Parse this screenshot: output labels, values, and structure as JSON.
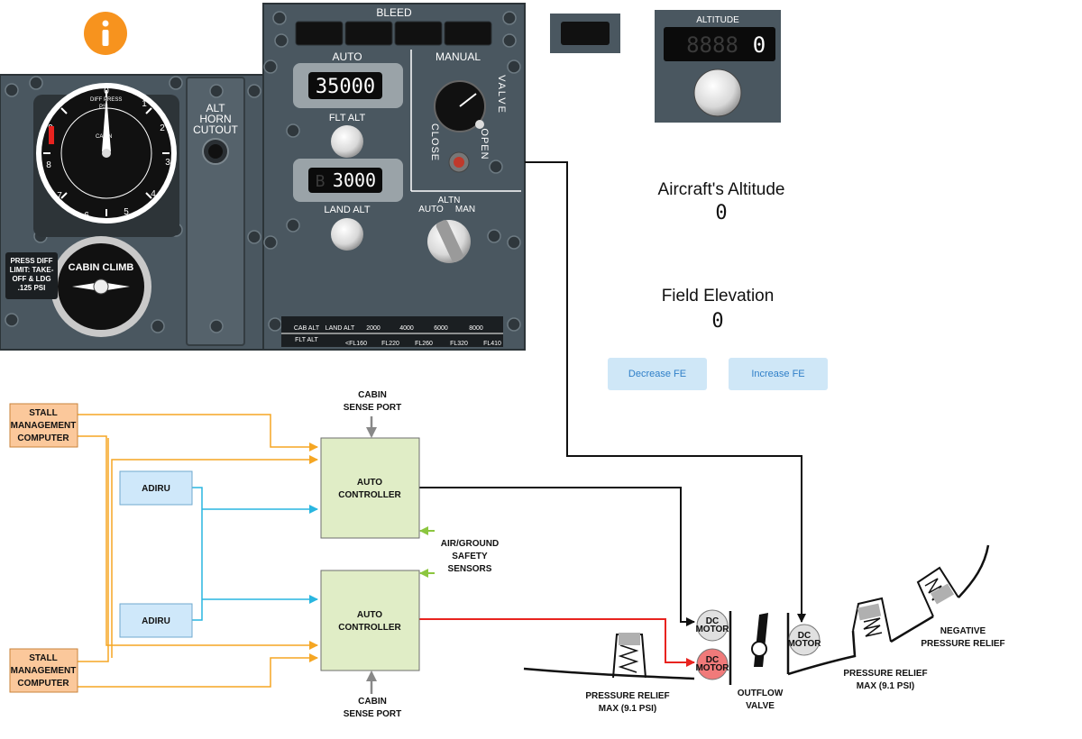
{
  "overhead_panel": {
    "bleed_label": "BLEED",
    "auto_label": "AUTO",
    "manual_label": "MANUAL",
    "flt_alt_value": "35000",
    "flt_alt_label": "FLT ALT",
    "land_alt_value": "3000",
    "land_alt_prefix": "B",
    "land_alt_label": "LAND ALT",
    "valve_label": "VALVE",
    "close_label": "CLOSE",
    "open_label": "OPEN",
    "altn_label": "ALTN",
    "auto_mode_label": "AUTO",
    "man_mode_label": "MAN",
    "alt_horn_line1": "ALT",
    "alt_horn_line2": "HORN",
    "alt_horn_line3": "CUTOUT",
    "press_diff_line1": "PRESS DIFF",
    "press_diff_line2": "LIMIT: TAKE-",
    "press_diff_line3": "OFF & LDG",
    "press_diff_line4": ".125 PSI",
    "gauge_diff_label": "DIFF PRESS",
    "gauge_psi_label": "PSI",
    "gauge_cabin_label": "CABIN",
    "cabin_climb_label": "CABIN CLIMB",
    "table_headers": [
      "CAB ALT",
      "LAND ALT",
      "2000",
      "4000",
      "6000",
      "8000"
    ],
    "table_row": [
      "FLT ALT",
      "<FL160",
      "FL220",
      "FL260",
      "FL320",
      "FL410"
    ]
  },
  "altitude_selector": {
    "title": "ALTITUDE",
    "display_ghost": "8888",
    "display_value": "0"
  },
  "readouts": {
    "aircraft_altitude_label": "Aircraft's Altitude",
    "aircraft_altitude_value": "0",
    "field_elevation_label": "Field Elevation",
    "field_elevation_value": "0"
  },
  "buttons": {
    "decrease_fe": "Decrease FE",
    "increase_fe": "Increase FE"
  },
  "schematic": {
    "stall_computer_line1": "STALL",
    "stall_computer_line2": "MANAGEMENT",
    "stall_computer_line3": "COMPUTER",
    "adiru_label": "ADIRU",
    "auto_controller_line1": "AUTO",
    "auto_controller_line2": "CONTROLLER",
    "cabin_sense_line1": "CABIN",
    "cabin_sense_line2": "SENSE PORT",
    "air_ground_line1": "AIR/GROUND",
    "air_ground_line2": "SAFETY",
    "air_ground_line3": "SENSORS",
    "dc_motor_line1": "DC",
    "dc_motor_line2": "MOTOR",
    "outflow_line1": "OUTFLOW",
    "outflow_line2": "VALVE",
    "pressure_relief_line1": "PRESSURE RELIEF",
    "pressure_relief_line2": "MAX (9.1 PSI)",
    "negative_relief_line1": "NEGATIVE",
    "negative_relief_line2": "PRESSURE RELIEF"
  },
  "colors": {
    "panel_gray": "#4a5760",
    "orange_box": "#fbc89b",
    "blue_box": "#cfe8fa",
    "green_box": "#e0edc6",
    "orange_line": "#f5a623",
    "cyan_line": "#29b6e0",
    "green_arrow": "#8cc63f",
    "red_line": "#e8231f",
    "info_orange": "#f7931e",
    "button_bg": "#cfe7f7",
    "button_text": "#2f7fc8"
  }
}
